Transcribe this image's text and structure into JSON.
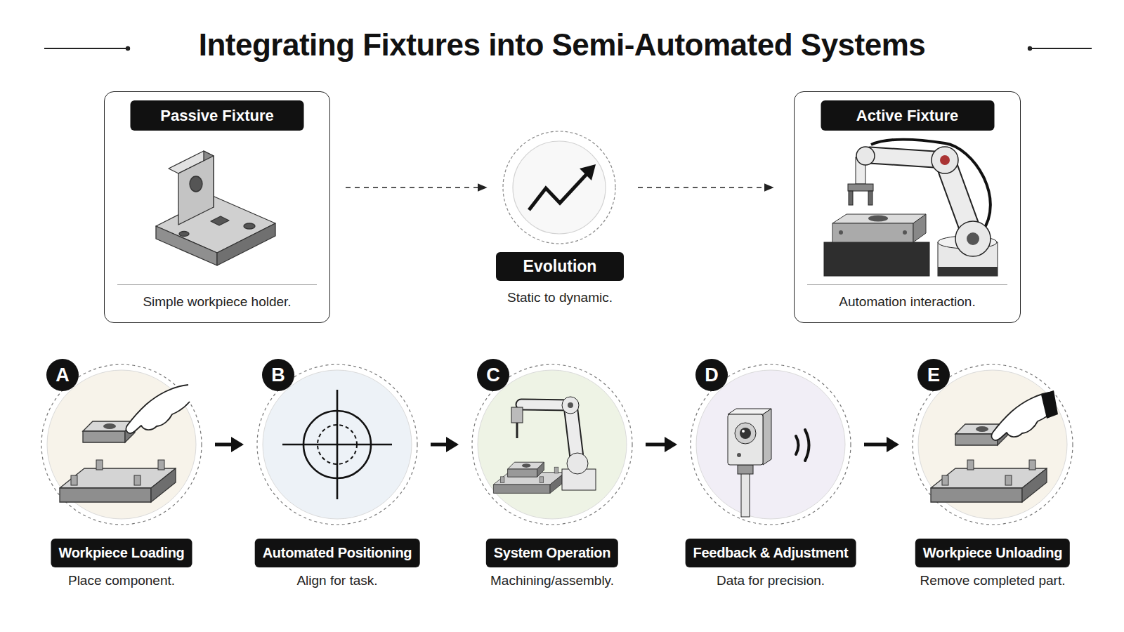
{
  "diagram": {
    "title": "Integrating Fixtures into Semi-Automated Systems",
    "nodes": [
      {
        "text": [
          "Passive Fixture",
          "Simple workpiece holder."
        ]
      },
      {
        "text": [
          "Evolution",
          "Static to dynamic."
        ]
      },
      {
        "text": [
          "Active Fixture",
          "Automation interaction."
        ]
      },
      {
        "text": [
          "A",
          "Workpiece Loading",
          "Place component."
        ]
      },
      {
        "text": [
          "B",
          "Automated Positioning",
          "Align for task."
        ]
      },
      {
        "text": [
          "C",
          "System Operation",
          "Machining/assembly."
        ]
      },
      {
        "text": [
          "D",
          "Feedback & Adjustment",
          "Data for precision."
        ]
      },
      {
        "text": [
          "E",
          "Workpiece Unloading",
          "Remove completed part."
        ]
      }
    ],
    "edges": [
      {
        "from": 0,
        "to": 1,
        "arrow": "to"
      },
      {
        "from": 1,
        "to": 2,
        "arrow": "to"
      },
      {
        "from": 3,
        "to": 4,
        "arrow": "to"
      },
      {
        "from": 4,
        "to": 5,
        "arrow": "to"
      },
      {
        "from": 5,
        "to": 6,
        "arrow": "to"
      },
      {
        "from": 6,
        "to": 7,
        "arrow": "to"
      }
    ]
  }
}
